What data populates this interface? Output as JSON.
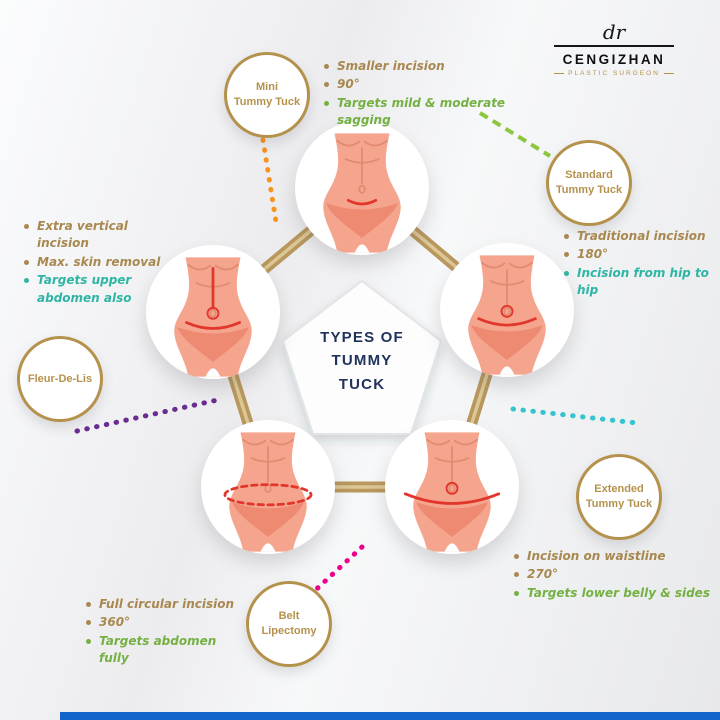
{
  "palette": {
    "tan": "#a8884f",
    "green": "#74b042",
    "teal": "#2eb5a4",
    "gold": "#b5924c",
    "navy": "#20335b",
    "skin": "#f5a58d",
    "skin-line": "#df8a6f",
    "panty": "#ee8a72",
    "incision": "#e2352b",
    "ring": "#b9985e",
    "ring-light": "#dcc795",
    "label-border": "#b5924c",
    "blue-bar": "#1266c9"
  },
  "logo": {
    "signature": "dr",
    "name": "CENGIZHAN",
    "subtitle": "PLASTIC SURGEON"
  },
  "center": {
    "lines": [
      "TYPES OF",
      "TUMMY",
      "TUCK"
    ]
  },
  "nodes": [
    {
      "key": "mini",
      "label_lines": [
        "Mini",
        "Tummy Tuck"
      ],
      "connector_color": "#f7941d",
      "bullets": [
        {
          "text": "Smaller incision",
          "color": "#a8884f"
        },
        {
          "text": "90°",
          "color": "#a8884f"
        },
        {
          "text": "Targets mild & moderate sagging",
          "color": "#74b042"
        }
      ]
    },
    {
      "key": "standard",
      "label_lines": [
        "Standard",
        "Tummy Tuck"
      ],
      "connector_color": "#8dc63f",
      "bullets": [
        {
          "text": "Traditional incision",
          "color": "#a8884f"
        },
        {
          "text": "180°",
          "color": "#a8884f"
        },
        {
          "text": "Incision from hip to hip",
          "color": "#2eb5a4"
        }
      ]
    },
    {
      "key": "extended",
      "label_lines": [
        "Extended",
        "Tummy Tuck"
      ],
      "connector_color": "#35c4cf",
      "bullets": [
        {
          "text": "Incision on waistline",
          "color": "#a8884f"
        },
        {
          "text": "270°",
          "color": "#a8884f"
        },
        {
          "text": "Targets lower belly & sides",
          "color": "#74b042"
        }
      ]
    },
    {
      "key": "belt",
      "label_lines": [
        "Belt",
        "Lipectomy"
      ],
      "connector_color": "#ec008c",
      "bullets": [
        {
          "text": "Full circular incision",
          "color": "#a8884f"
        },
        {
          "text": "360°",
          "color": "#a8884f"
        },
        {
          "text": "Targets abdomen fully",
          "color": "#74b042"
        }
      ]
    },
    {
      "key": "fleur",
      "label_lines": [
        "Fleur-De-Lis"
      ],
      "connector_color": "#6a2c91",
      "bullets": [
        {
          "text": "Extra vertical incision",
          "color": "#a8884f"
        },
        {
          "text": "Max. skin removal",
          "color": "#a8884f"
        },
        {
          "text": "Targets upper abdomen also",
          "color": "#2eb5a4"
        }
      ]
    }
  ]
}
